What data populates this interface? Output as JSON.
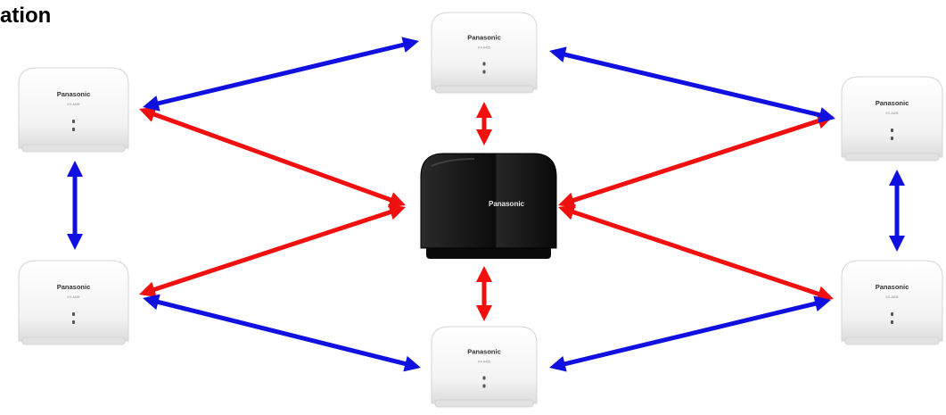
{
  "title": "ation",
  "colors": {
    "link_repeater": "#1010e0",
    "link_hub": "#f01010",
    "repeater_body": "#f4f4f4",
    "hub_body": "#151515"
  },
  "hub": {
    "brand": "Panasonic"
  },
  "repeaters": [
    {
      "id": "top",
      "brand": "Panasonic",
      "model": "KX-A405"
    },
    {
      "id": "left-upper",
      "brand": "Panasonic",
      "model": "KX-A405"
    },
    {
      "id": "right-upper",
      "brand": "Panasonic",
      "model": "KX-A405"
    },
    {
      "id": "left-lower",
      "brand": "Panasonic",
      "model": "KX-A405"
    },
    {
      "id": "right-lower",
      "brand": "Panasonic",
      "model": "KX-A405"
    },
    {
      "id": "bottom",
      "brand": "Panasonic",
      "model": "KX-A405"
    }
  ],
  "links": [
    {
      "from": "hub",
      "to": "top",
      "type": "hub"
    },
    {
      "from": "hub",
      "to": "bottom",
      "type": "hub"
    },
    {
      "from": "hub",
      "to": "left-upper",
      "type": "hub"
    },
    {
      "from": "hub",
      "to": "left-lower",
      "type": "hub"
    },
    {
      "from": "hub",
      "to": "right-upper",
      "type": "hub"
    },
    {
      "from": "hub",
      "to": "right-lower",
      "type": "hub"
    },
    {
      "from": "left-upper",
      "to": "top",
      "type": "repeater"
    },
    {
      "from": "top",
      "to": "right-upper",
      "type": "repeater"
    },
    {
      "from": "left-upper",
      "to": "left-lower",
      "type": "repeater"
    },
    {
      "from": "right-upper",
      "to": "right-lower",
      "type": "repeater"
    },
    {
      "from": "left-lower",
      "to": "bottom",
      "type": "repeater"
    },
    {
      "from": "bottom",
      "to": "right-lower",
      "type": "repeater"
    }
  ]
}
